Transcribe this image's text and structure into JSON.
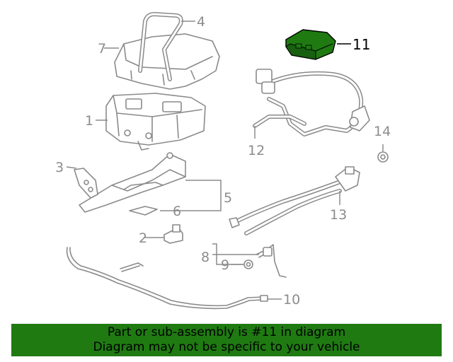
{
  "callouts": {
    "c1": "1",
    "c2": "2",
    "c3": "3",
    "c4": "4",
    "c5": "5",
    "c6": "6",
    "c7": "7",
    "c8": "8",
    "c9": "9",
    "c10": "10",
    "c11": "11",
    "c12": "12",
    "c13": "13",
    "c14": "14"
  },
  "highlighted_part": "11",
  "colors": {
    "highlight": "#1f7a12",
    "line": "#8a8a8a",
    "callout": "#8c8c8c"
  },
  "banner": {
    "line1": "Part or sub-assembly is #11 in diagram",
    "line2": "Diagram may not be specific to your vehicle"
  }
}
